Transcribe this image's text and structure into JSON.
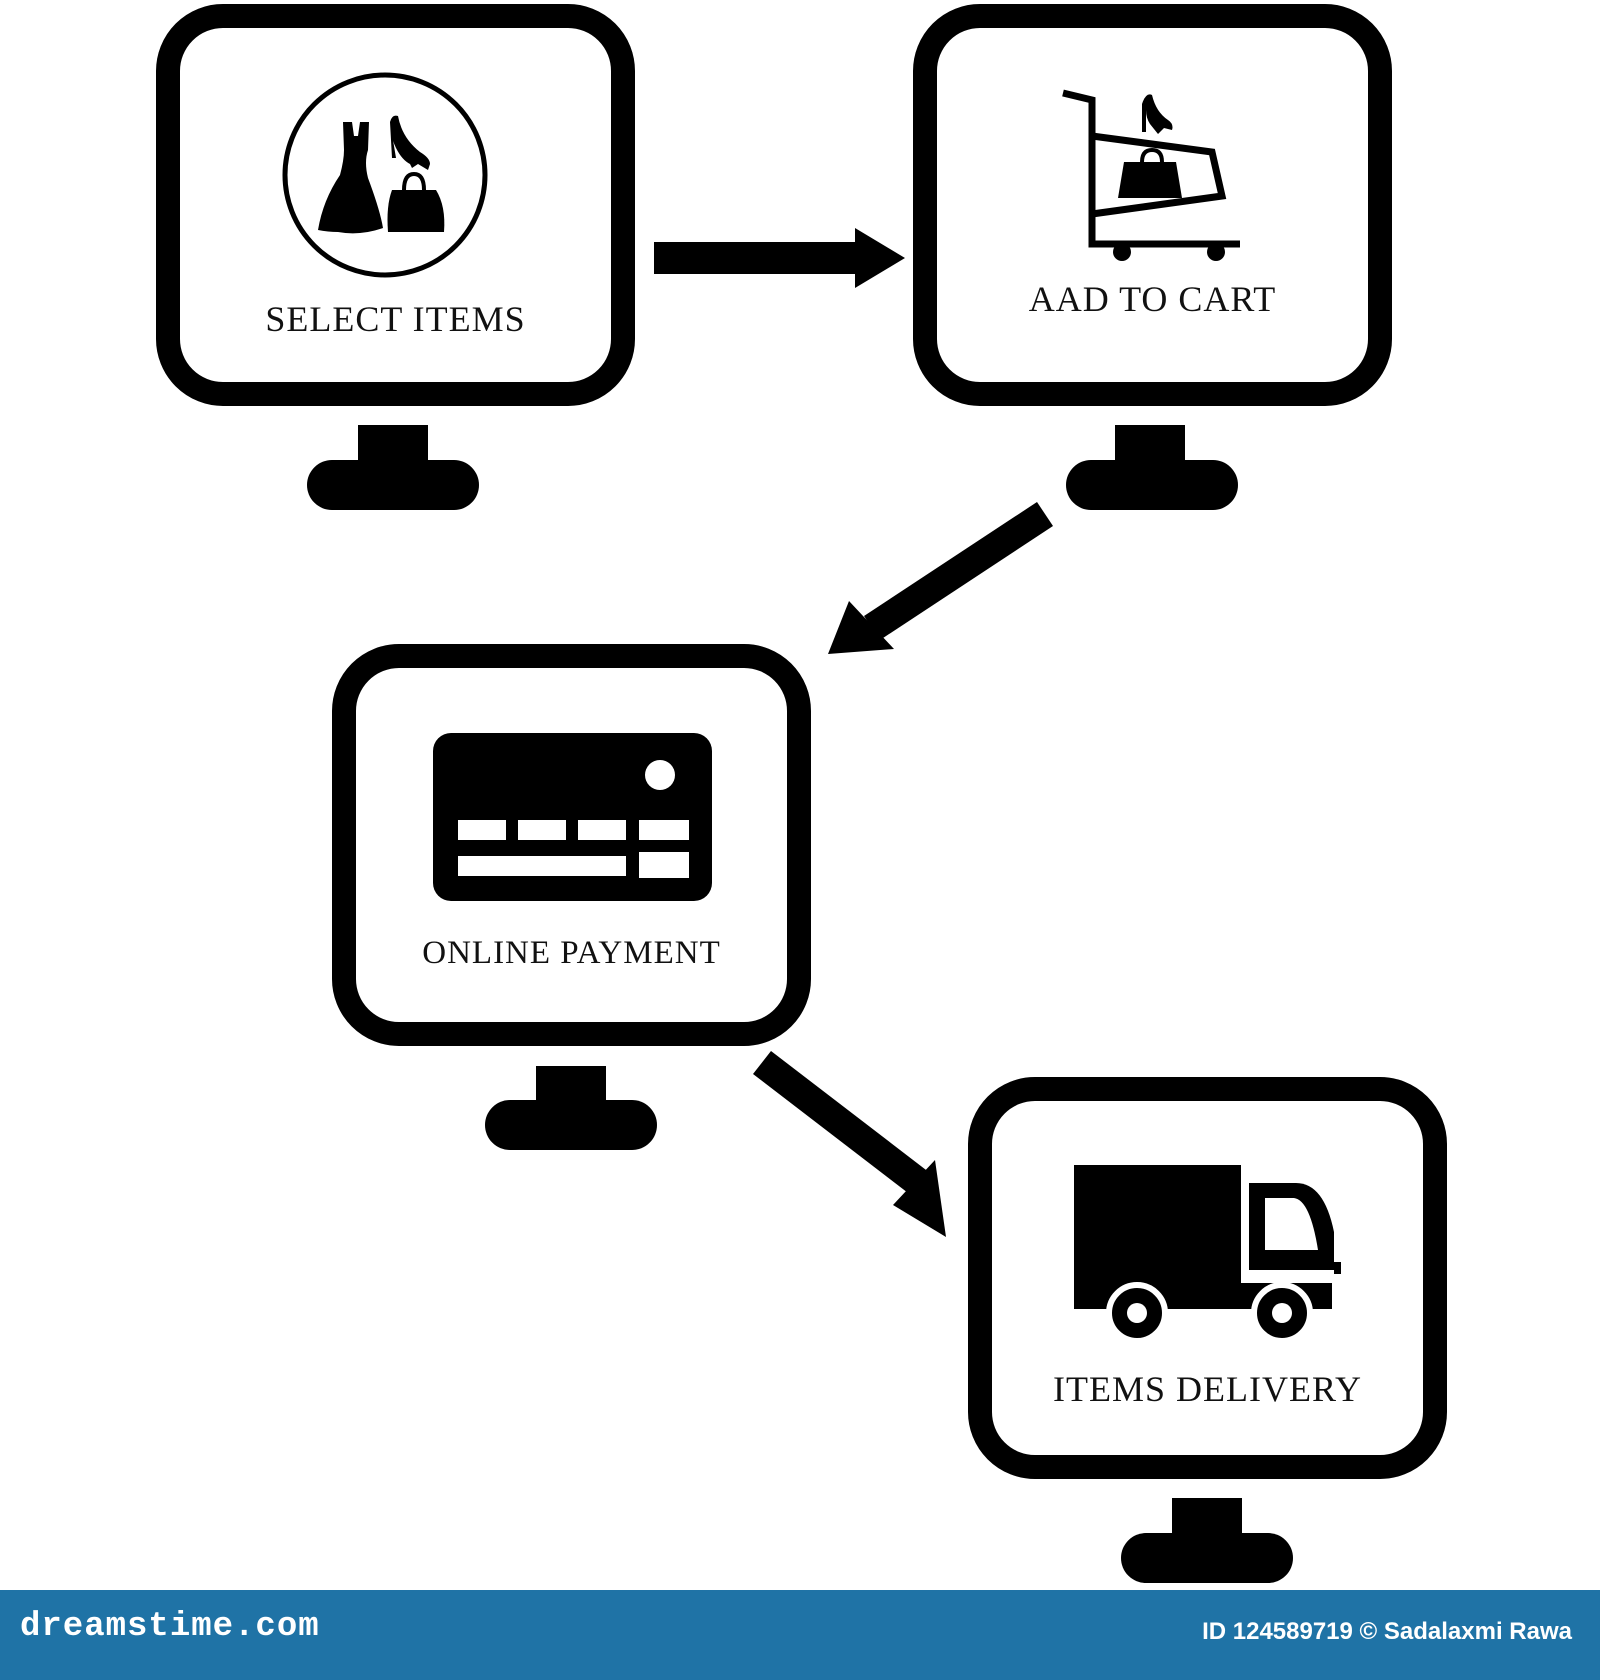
{
  "steps": [
    {
      "label": "SELECT  ITEMS",
      "icon": "fashion-items-icon"
    },
    {
      "label": "AAD TO CART",
      "icon": "shopping-cart-icon"
    },
    {
      "label": "ONLINE  PAYMENT",
      "icon": "credit-card-icon"
    },
    {
      "label": "ITEMS  DELIVERY",
      "icon": "delivery-truck-icon"
    }
  ],
  "footer": {
    "brand": "dreamstime.com",
    "credit": "ID 124589719 © Sadalaxmi Rawa"
  },
  "colors": {
    "ink": "#000000",
    "bar": "#1f73a6",
    "background": "#ffffff"
  }
}
